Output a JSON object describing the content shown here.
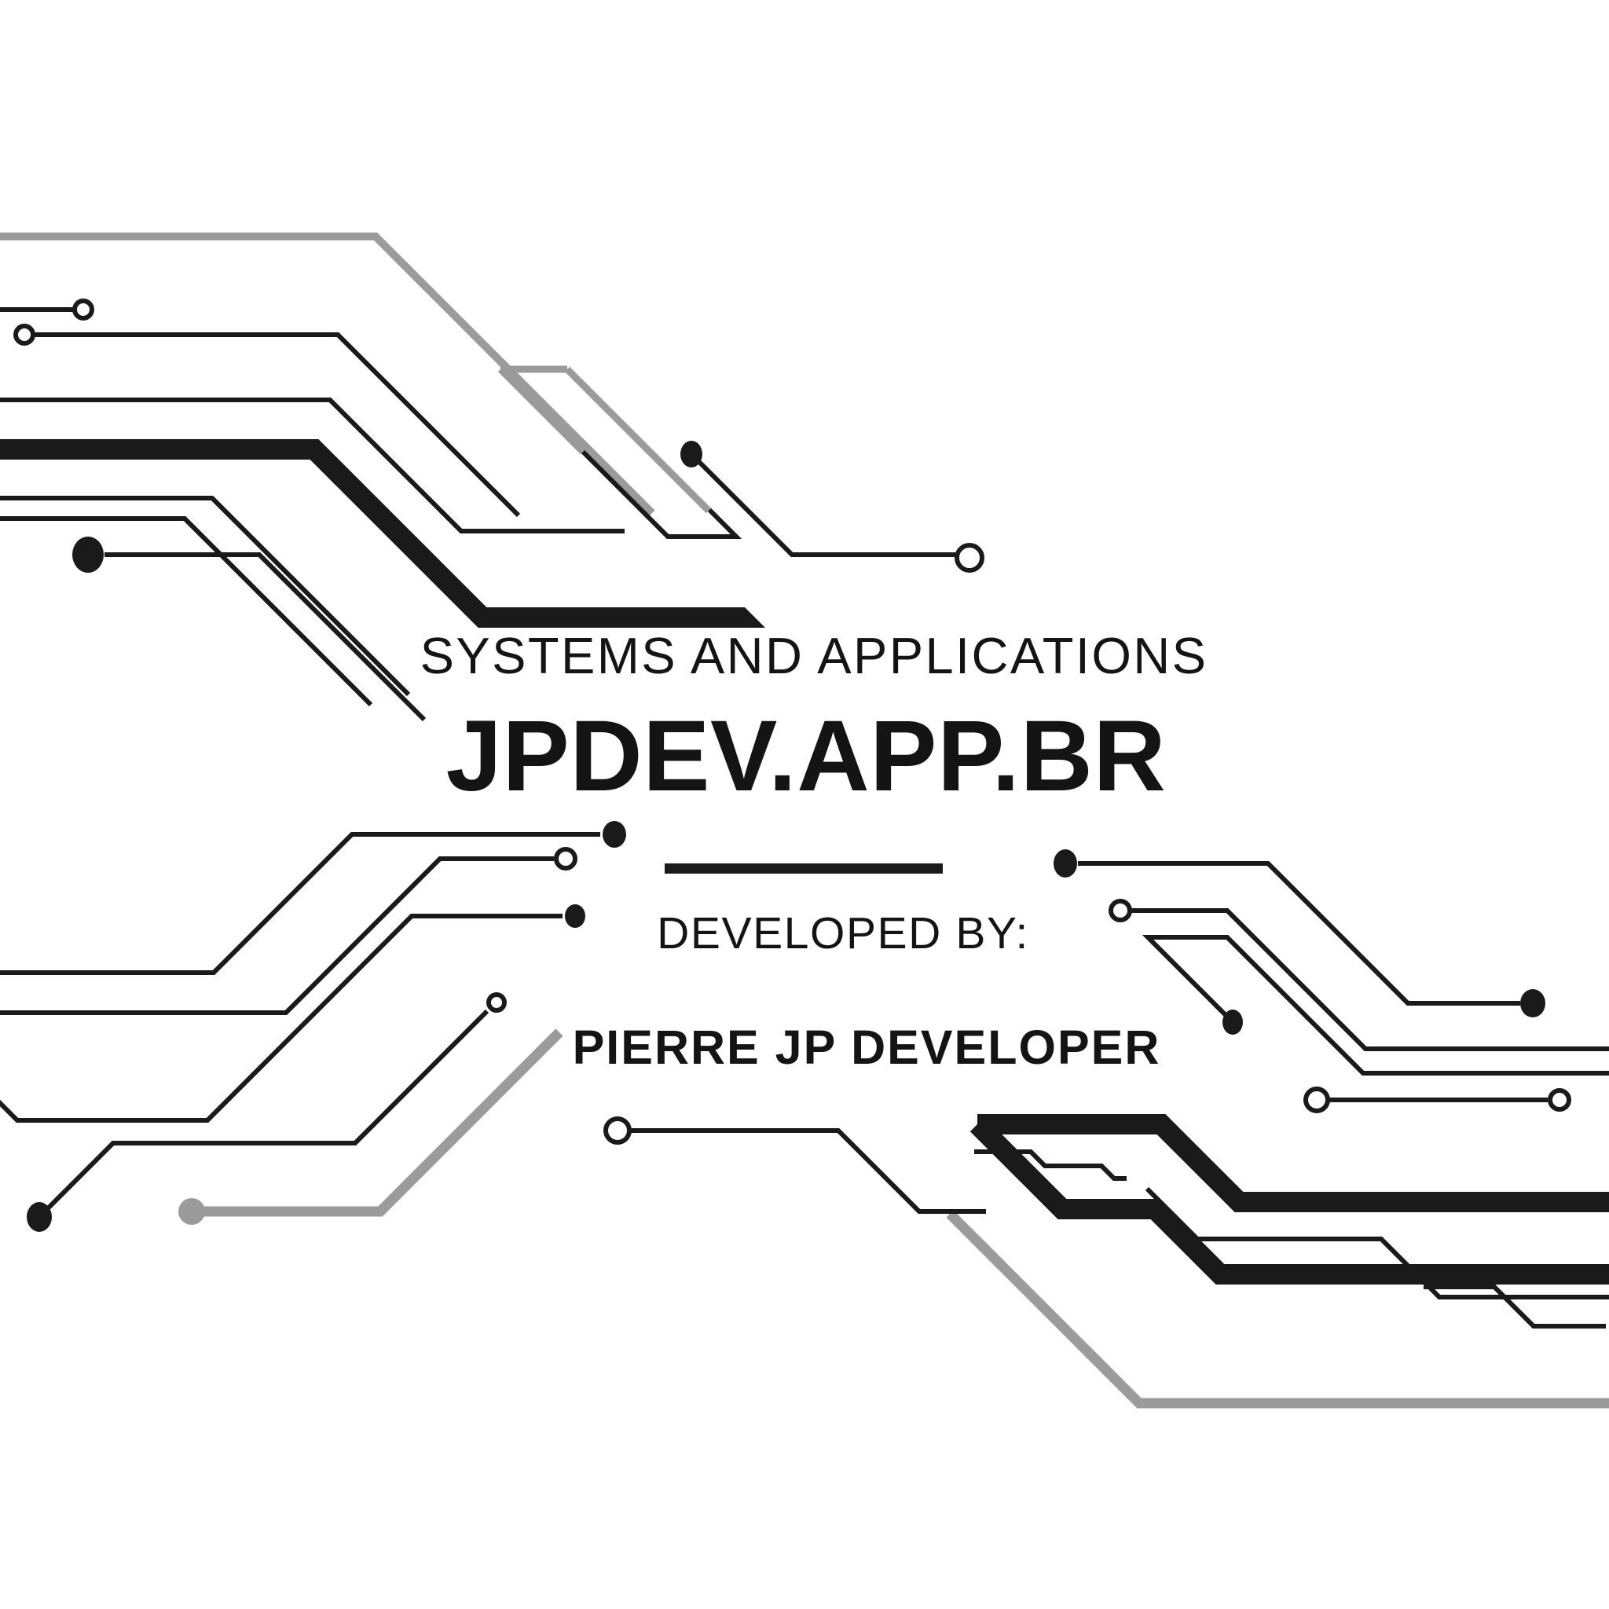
{
  "branding": {
    "tagline": "SYSTEMS AND APPLICATIONS",
    "title": "JPDEV.APP.BR",
    "developed_by_label": "DEVELOPED BY:",
    "developer_name": "PIERRE JP DEVELOPER"
  },
  "colors": {
    "ink": "#1a1a1a",
    "text": "#141414",
    "accent_gray": "#9b9b9b",
    "background": "#ffffff"
  },
  "decor": {
    "motif": "printed-circuit-board traces with pads (open rings) and vias (filled dots)",
    "clusters": [
      "top-left trace bundle with thick bus line",
      "top-right via-to-pad trace",
      "mid-left trace bundle with gray runner",
      "mid-right trace bundle",
      "bottom-right thick bus block with gray runner"
    ]
  }
}
